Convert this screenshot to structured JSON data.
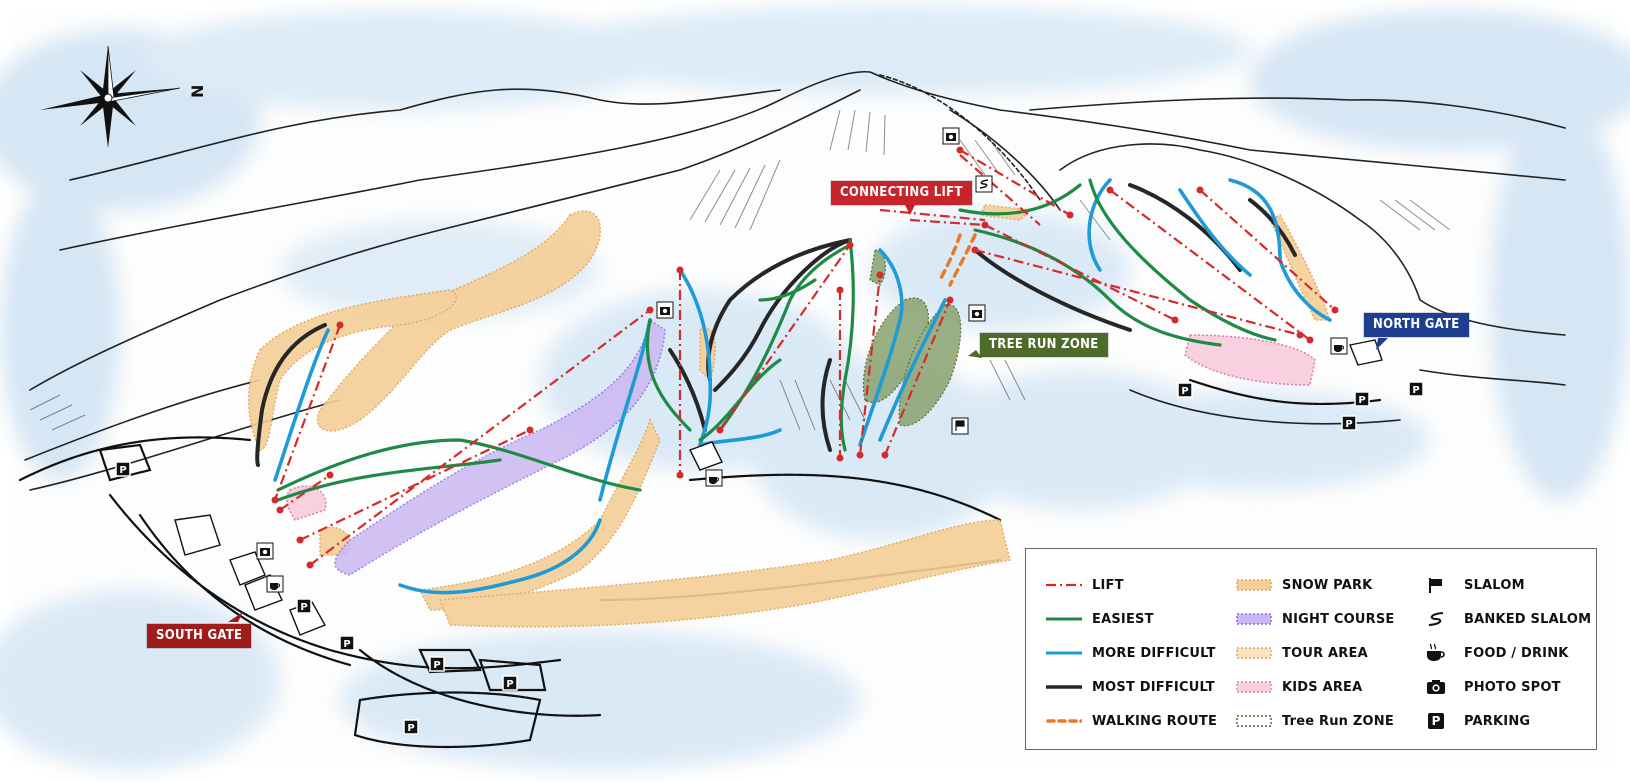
{
  "compass": {
    "north_letter": "N"
  },
  "labels": {
    "connecting_lift": "CONNECTING LIFT",
    "tree_run_zone": "TREE RUN ZONE",
    "north_gate": "NORTH GATE",
    "south_gate": "SOUTH GATE"
  },
  "colors": {
    "lift": "#d42a2a",
    "easiest": "#1e8a45",
    "more_difficult": "#1e9bd7",
    "most_difficult": "#2b2b2b",
    "snow_park": "#f4c98a",
    "night_course": "#b9a3ec",
    "kids_area": "#f7c6d9",
    "tree_run": "#7a9b5f",
    "connecting_tag": "#c8242b",
    "tree_tag": "#4e6b2c",
    "north_tag": "#1e3f8f",
    "south_tag": "#a01b1b"
  },
  "legend": {
    "col1": [
      {
        "label": "LIFT",
        "symbol": "lift-line"
      },
      {
        "label": "EASIEST",
        "symbol": "easiest-line"
      },
      {
        "label": "MORE DIFFICULT",
        "symbol": "more-difficult-line"
      },
      {
        "label": "MOST DIFFICULT",
        "symbol": "most-difficult-line"
      },
      {
        "label": "WALKING ROUTE",
        "symbol": "walking-route-line"
      }
    ],
    "col2": [
      {
        "label": "SNOW PARK",
        "symbol": "snow-park-swatch"
      },
      {
        "label": "NIGHT COURSE",
        "symbol": "night-course-swatch"
      },
      {
        "label": "TOUR AREA",
        "symbol": "tour-area-swatch"
      },
      {
        "label": "KIDS AREA",
        "symbol": "kids-area-swatch"
      },
      {
        "label": "Tree Run ZONE",
        "symbol": "tree-run-swatch"
      }
    ],
    "col3": [
      {
        "label": "SLALOM",
        "symbol": "slalom-icon"
      },
      {
        "label": "BANKED SLALOM",
        "symbol": "banked-slalom-icon"
      },
      {
        "label": "FOOD / DRINK",
        "symbol": "food-drink-icon"
      },
      {
        "label": "PHOTO SPOT",
        "symbol": "photo-spot-icon"
      },
      {
        "label": "PARKING",
        "symbol": "parking-icon"
      }
    ]
  },
  "parking_letter": "P"
}
